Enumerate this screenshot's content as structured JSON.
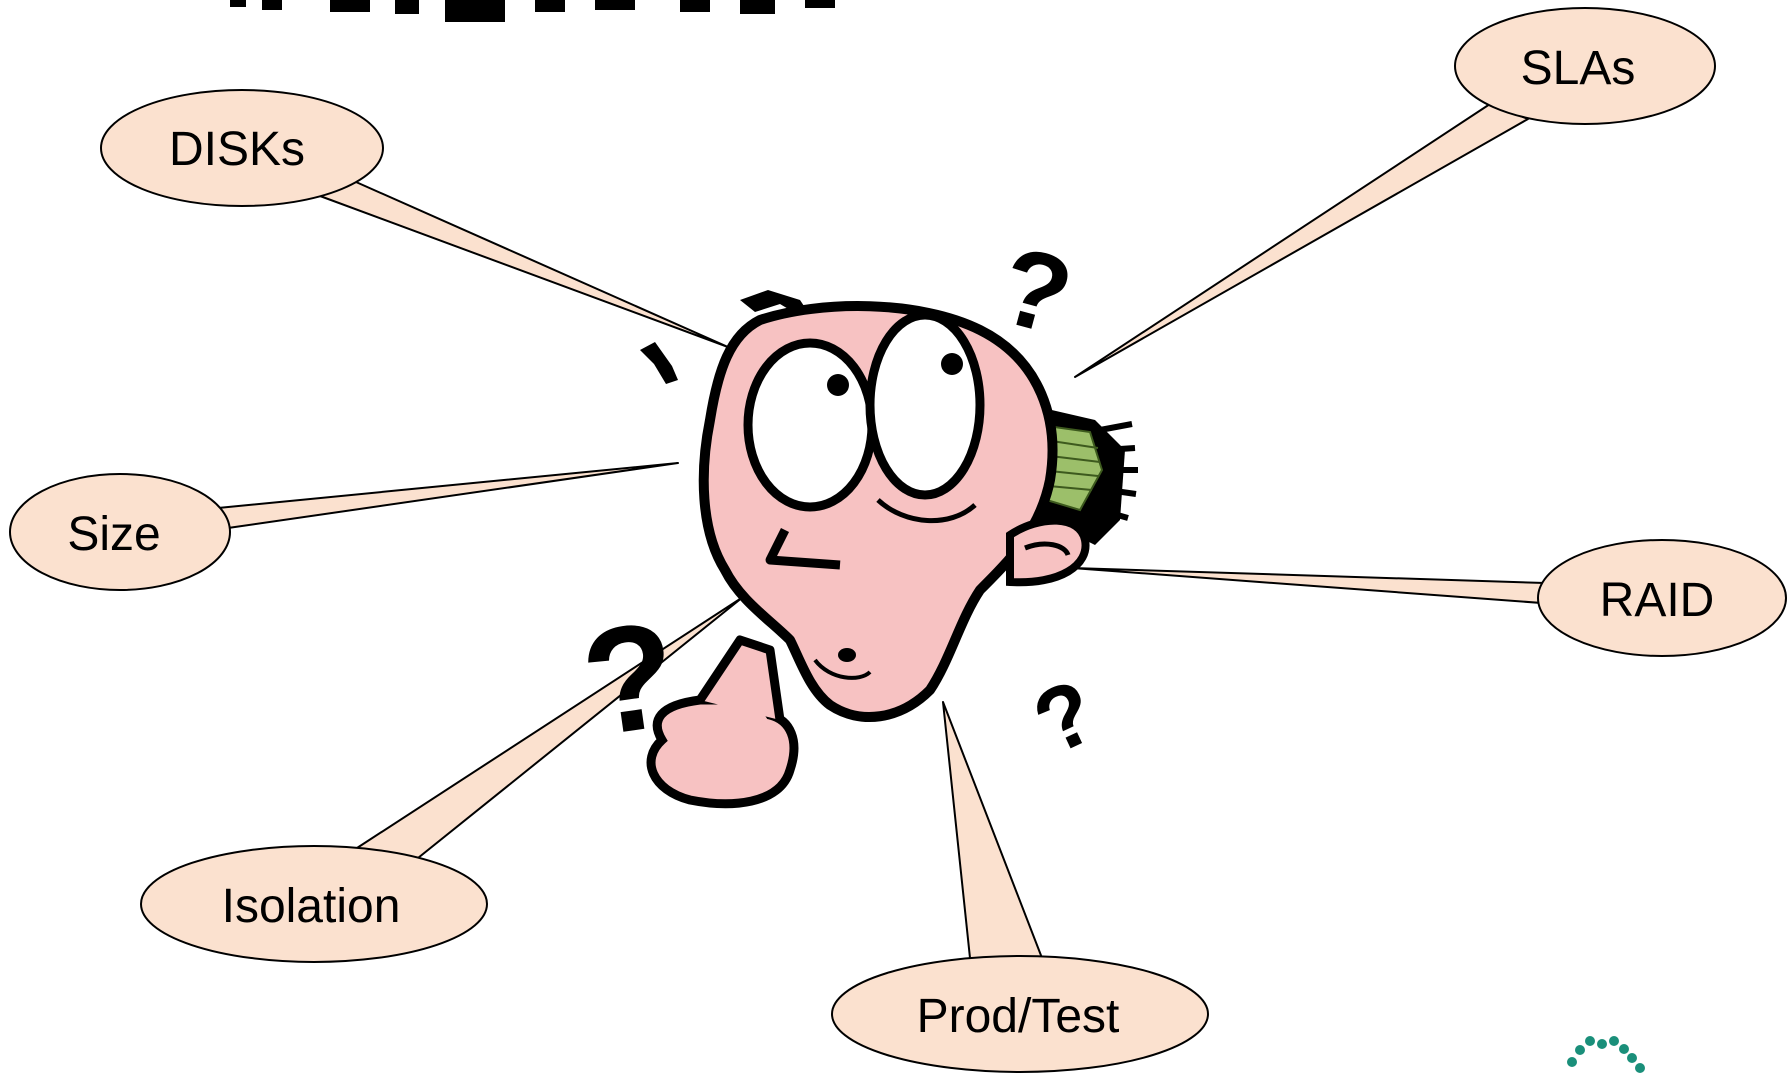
{
  "slide": {
    "title": ""
  },
  "callouts": [
    {
      "id": "disks",
      "label": "DISKs"
    },
    {
      "id": "slas",
      "label": "SLAs"
    },
    {
      "id": "size",
      "label": "Size"
    },
    {
      "id": "raid",
      "label": "RAID"
    },
    {
      "id": "isolation",
      "label": "Isolation"
    },
    {
      "id": "prodtest",
      "label": "Prod/Test"
    }
  ],
  "colors": {
    "bubble_fill": "#fbe1cf",
    "face_fill": "#f7c2c2",
    "outline": "#000000",
    "hair_green": "#9cbf6a",
    "logo_teal": "#1a8f7a"
  },
  "icons": {
    "character": "confused-cartoon-head",
    "marks": "question-mark-icon",
    "logo": "dotted-arc-logo"
  }
}
